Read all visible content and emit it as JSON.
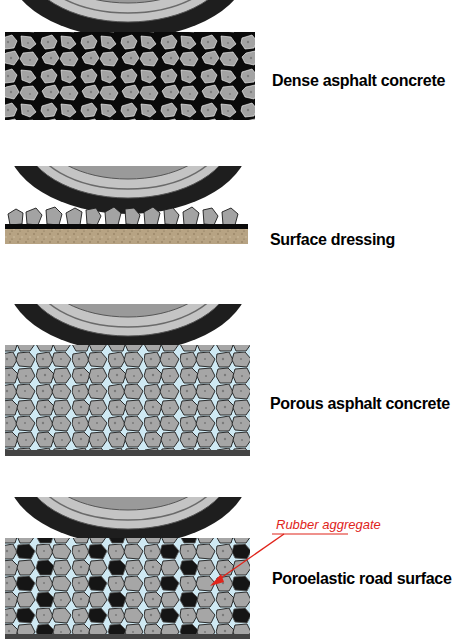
{
  "diagram": {
    "labels": [
      "Dense asphalt concrete",
      "Surface dressing",
      "Porous asphalt concrete",
      "Rubber aggregate",
      "Poroelastic road surface"
    ]
  }
}
